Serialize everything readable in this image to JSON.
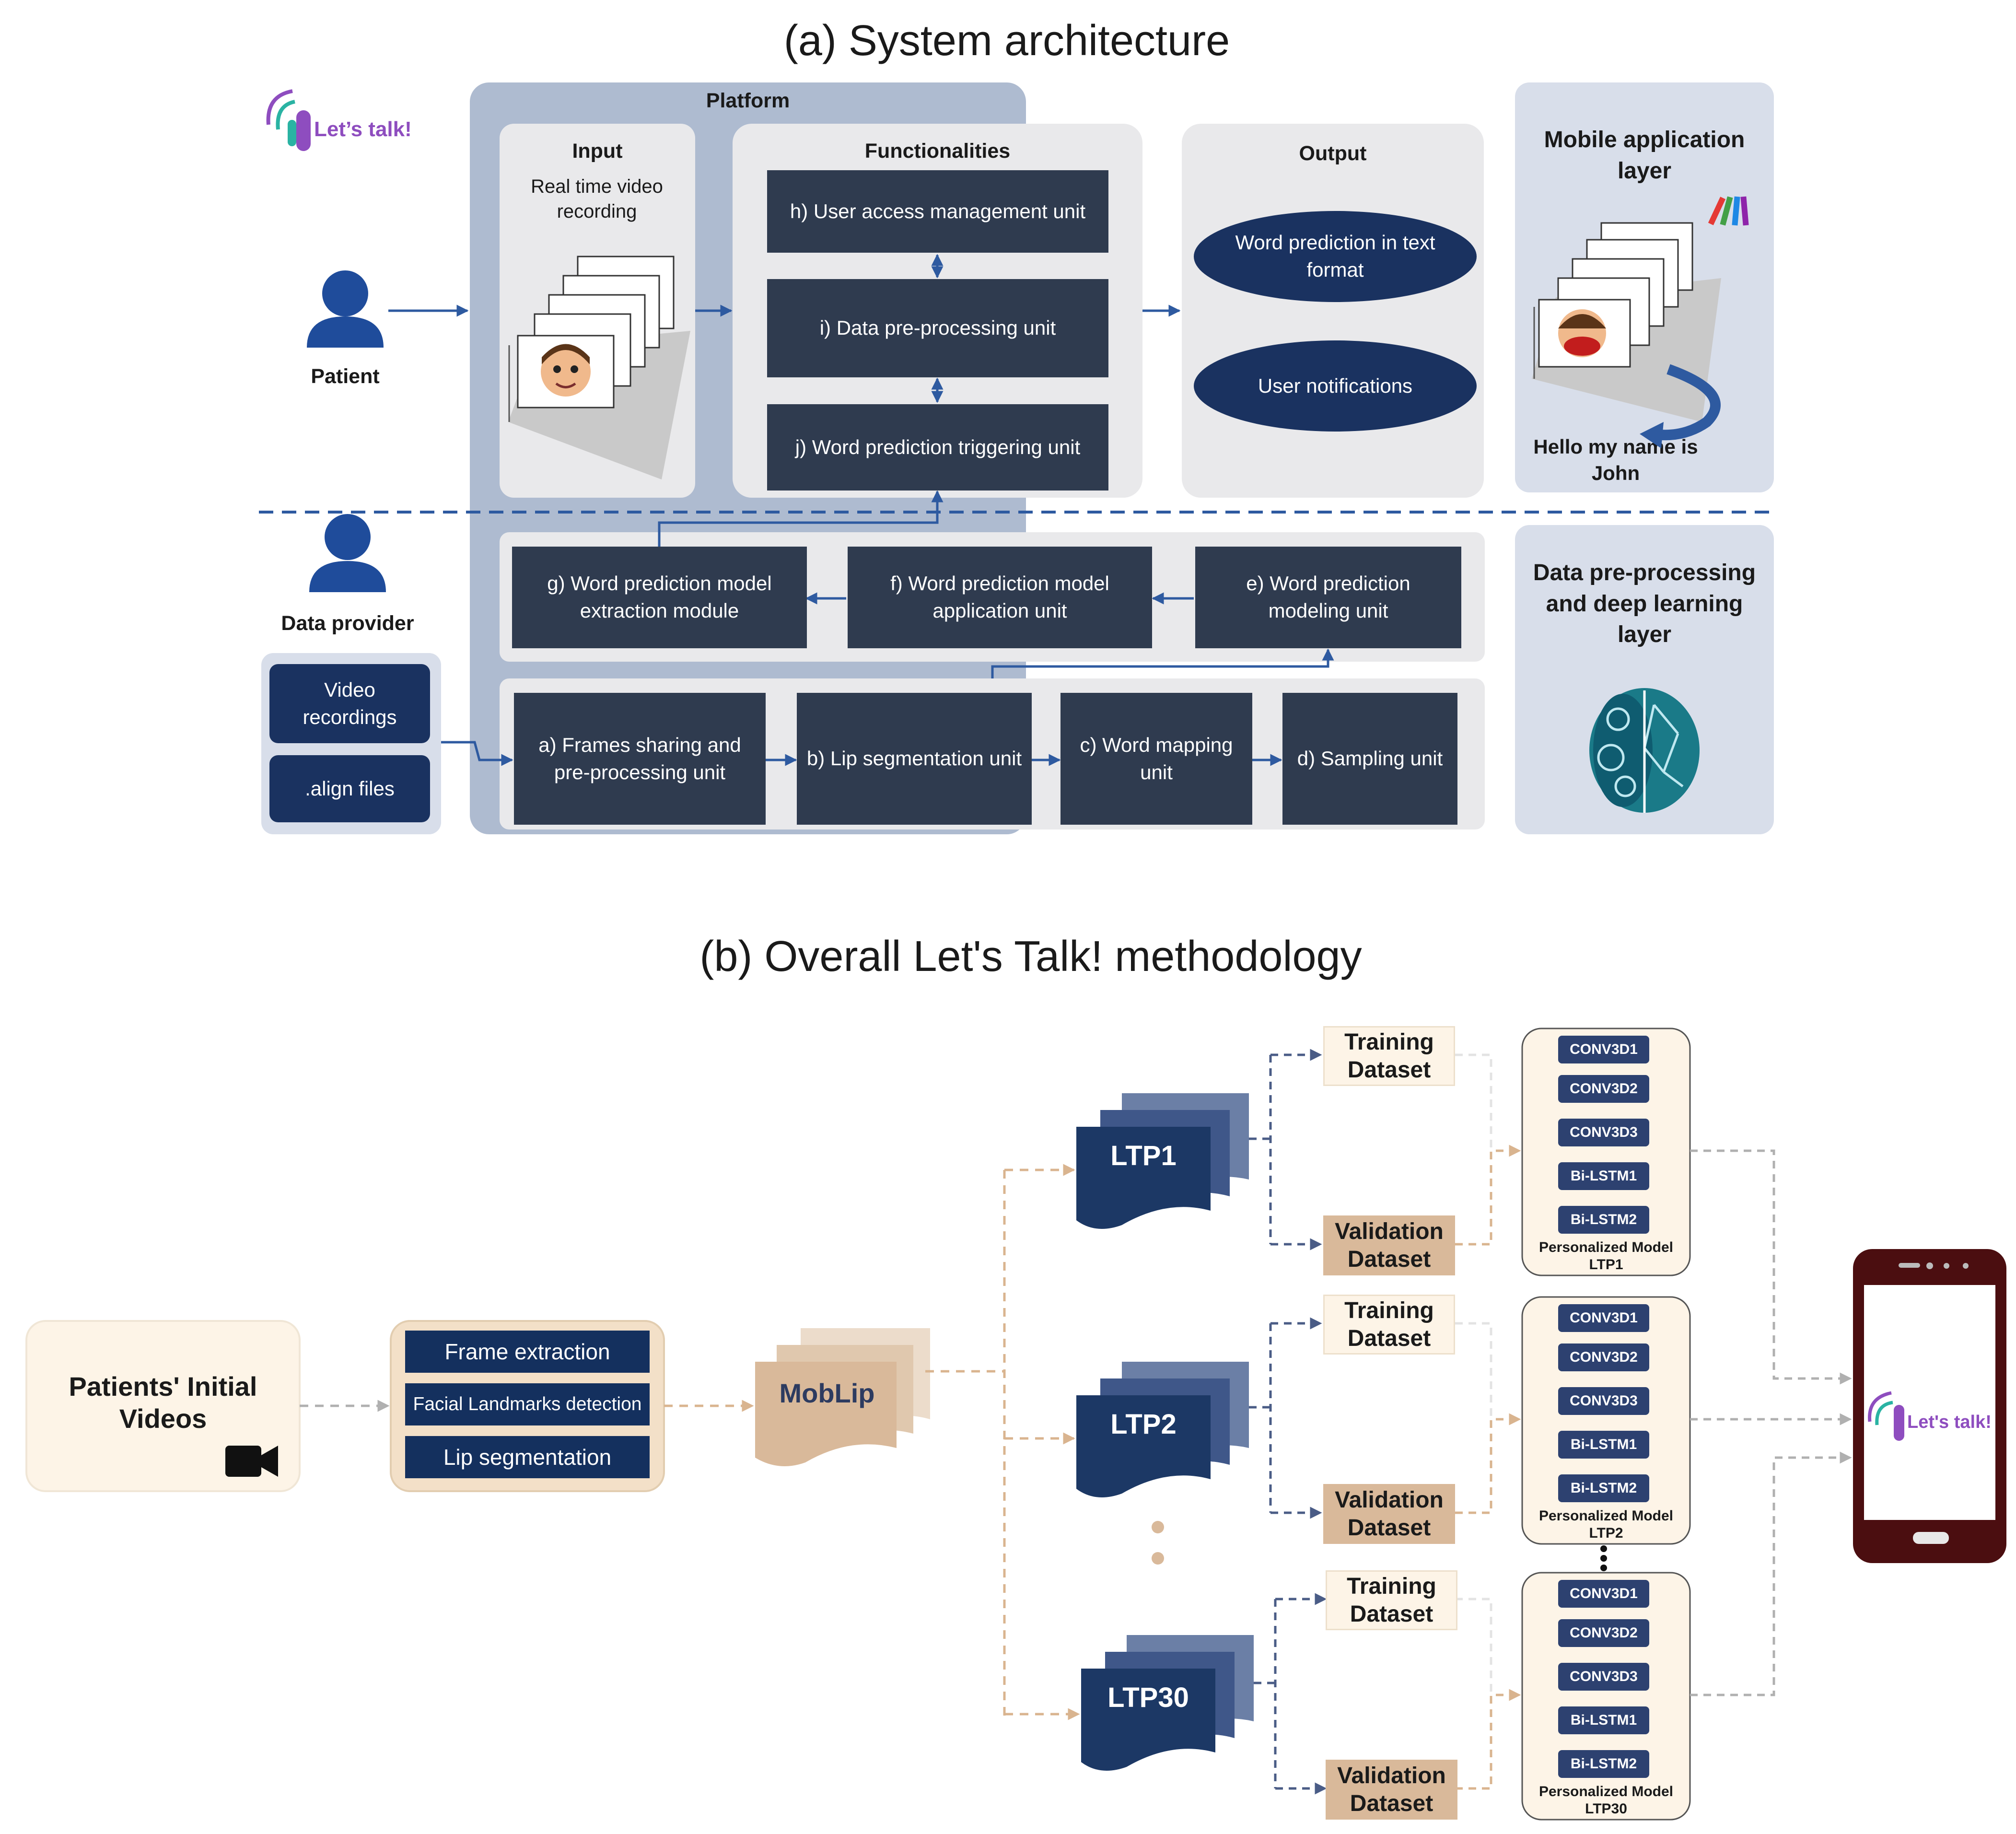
{
  "part_a": {
    "title": "(a) System architecture",
    "logo_text": "Let’s talk!",
    "platform_label": "Platform",
    "patient_label": "Patient",
    "data_provider_label": "Data provider",
    "input": {
      "header": "Input",
      "subtitle": "Real time video recording"
    },
    "functionalities": {
      "header": "Functionalities",
      "units": [
        "h) User access management unit",
        "i) Data pre-processing unit",
        "j) Word prediction triggering unit"
      ]
    },
    "output": {
      "header": "Output",
      "items": [
        "Word prediction in text format",
        "User notifications"
      ]
    },
    "mobile_layer": {
      "title": "Mobile application layer",
      "caption": "Hello my name is John"
    },
    "data_layer": {
      "title": "Data pre-processing and deep learning layer"
    },
    "model_units": [
      "g) Word prediction model extraction module",
      "f) Word prediction model application unit",
      "e) Word prediction modeling unit"
    ],
    "preprocessing_units": [
      "a) Frames sharing and pre-processing unit",
      "b) Lip segmentation unit",
      "c) Word mapping unit",
      "d) Sampling unit"
    ],
    "sources": [
      "Video recordings",
      ".align files"
    ]
  },
  "part_b": {
    "title": "(b) Overall Let's Talk! methodology",
    "initial_videos": "Patients' Initial Videos",
    "steps": [
      "Frame extraction",
      "Facial Landmarks detection",
      "Lip segmentation"
    ],
    "moblip": "MobLip",
    "ltps": [
      {
        "label": "LTP1",
        "training": "Training Dataset",
        "validation": "Validation Dataset",
        "model_caption": "Personalized Model LTP1"
      },
      {
        "label": "LTP2",
        "training": "Training Dataset",
        "validation": "Validation Dataset",
        "model_caption": "Personalized Model LTP2"
      },
      {
        "label": "LTP30",
        "training": "Training Dataset",
        "validation": "Validation Dataset",
        "model_caption": "Personalized Model LTP30"
      }
    ],
    "model_layers": [
      "CONV3D1",
      "CONV3D2",
      "CONV3D3",
      "Bi-LSTM1",
      "Bi-LSTM2"
    ],
    "phone_logo": "Let's talk!"
  }
}
